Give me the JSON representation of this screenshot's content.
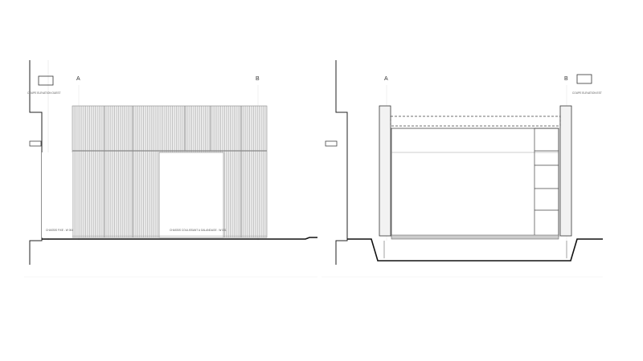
{
  "left_drawing": {
    "title": "COUPE ELEVATION OUEST",
    "axis_a": "A",
    "axis_b": "B",
    "note_fixed": "CHASSIS FIXE - W 004",
    "note_sliding": "CHASSIS COULISSANT A GALANDAGE - W 001"
  },
  "right_drawing": {
    "title": "COUPE ELEVATION EST",
    "axis_a": "A",
    "axis_b": "B"
  },
  "colors": {
    "line": "#222222",
    "hatch": "#9a9a9a",
    "light": "#d0d0d0"
  }
}
